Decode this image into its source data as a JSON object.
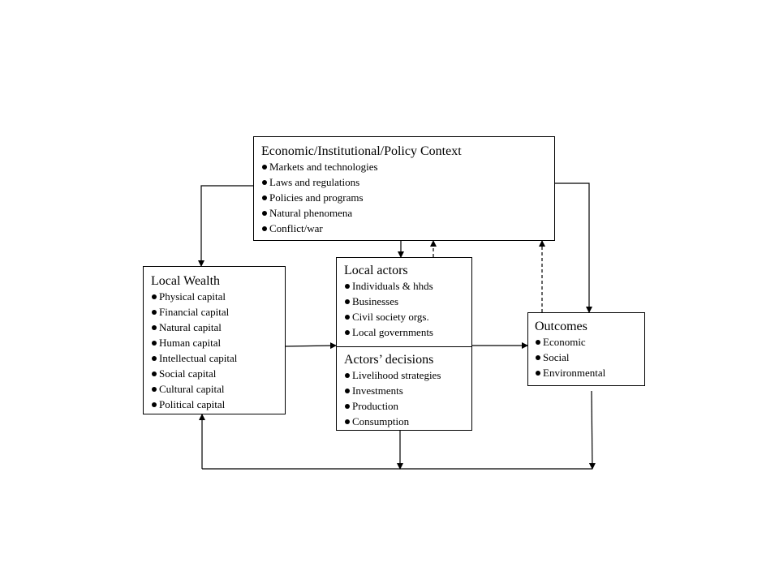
{
  "context": {
    "title": "Economic/Institutional/Policy  Context",
    "items": [
      "Markets and technologies",
      "Laws and regulations",
      "Policies  and programs",
      "Natural phenomena",
      "Conflict/war"
    ]
  },
  "local_wealth": {
    "title": "Local Wealth",
    "items": [
      "Physical  capital",
      "Financial  capital",
      "Natural  capital",
      "Human  capital",
      "Intellectual  capital",
      "Social  capital",
      "Cultural  capital",
      "Political  capital"
    ]
  },
  "local_actors": {
    "title": "Local actors",
    "items": [
      "Individuals  & hhds",
      "Businesses",
      "Civil  society  orgs.",
      "Local governments"
    ]
  },
  "actors_decisions": {
    "title": "Actors’ decisions",
    "items": [
      "Livelihood  strategies",
      "Investments",
      "Production",
      "Consumption"
    ]
  },
  "outcomes": {
    "title": "Outcomes",
    "items": [
      "Economic",
      "Social",
      "Environmental"
    ]
  }
}
